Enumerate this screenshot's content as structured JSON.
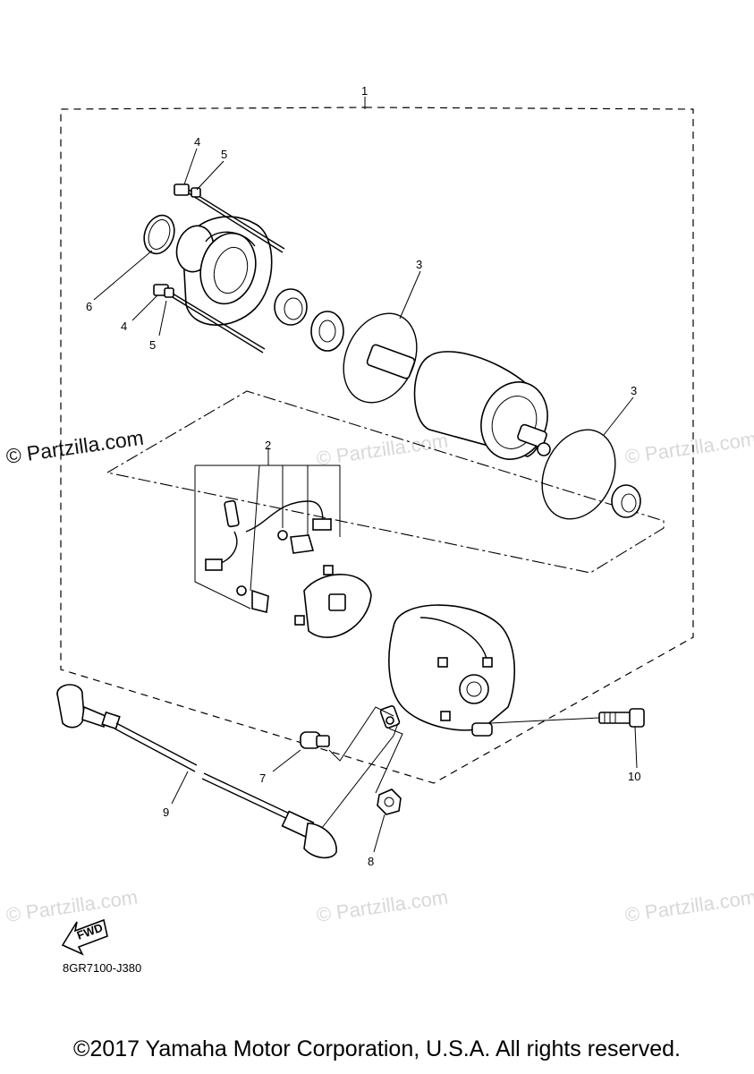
{
  "watermark": "© Partzilla.com",
  "callouts": [
    "1",
    "2",
    "3",
    "3",
    "4",
    "4",
    "5",
    "5",
    "6",
    "7",
    "8",
    "9",
    "10"
  ],
  "fwd_label": "FWD",
  "diagram_code": "8GR7100-J380",
  "copyright": "©2017 Yamaha Motor Corporation, U.S.A. All rights reserved."
}
